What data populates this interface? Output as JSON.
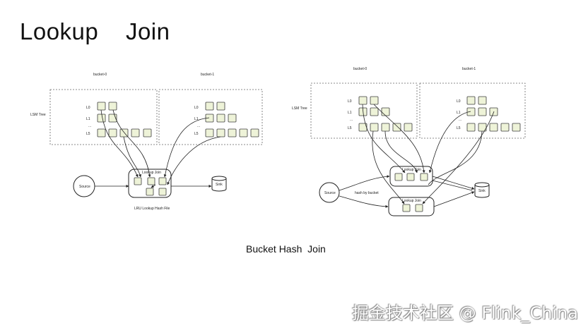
{
  "title": "Lookup    Join",
  "caption": "Bucket Hash  Join",
  "watermark": "掘金技术社区 @ Flink_China",
  "colors": {
    "sst_fill": "#eef3d8",
    "sst_stroke": "#3d3d3d",
    "line": "#222222",
    "dashed": "#666666"
  },
  "left_diagram": {
    "buckets": [
      "bucket-0",
      "bucket-1"
    ],
    "tree_label": "LSM Tree",
    "levels": [
      "L0",
      "L1",
      "...",
      "L5"
    ],
    "operator": "Lookup Join",
    "source": "Source",
    "sink": "Sink",
    "cache_caption": "LRU Lookup Hash File"
  },
  "right_diagram": {
    "buckets": [
      "bucket-0",
      "bucket-1"
    ],
    "tree_label": "LSM Tree",
    "levels": [
      "L0",
      "L1",
      "...",
      "L5"
    ],
    "operators": [
      "Lookup Join",
      "Lookup Join"
    ],
    "source": "Source",
    "sink": "Sink",
    "edge_label": "hash by bucket"
  }
}
